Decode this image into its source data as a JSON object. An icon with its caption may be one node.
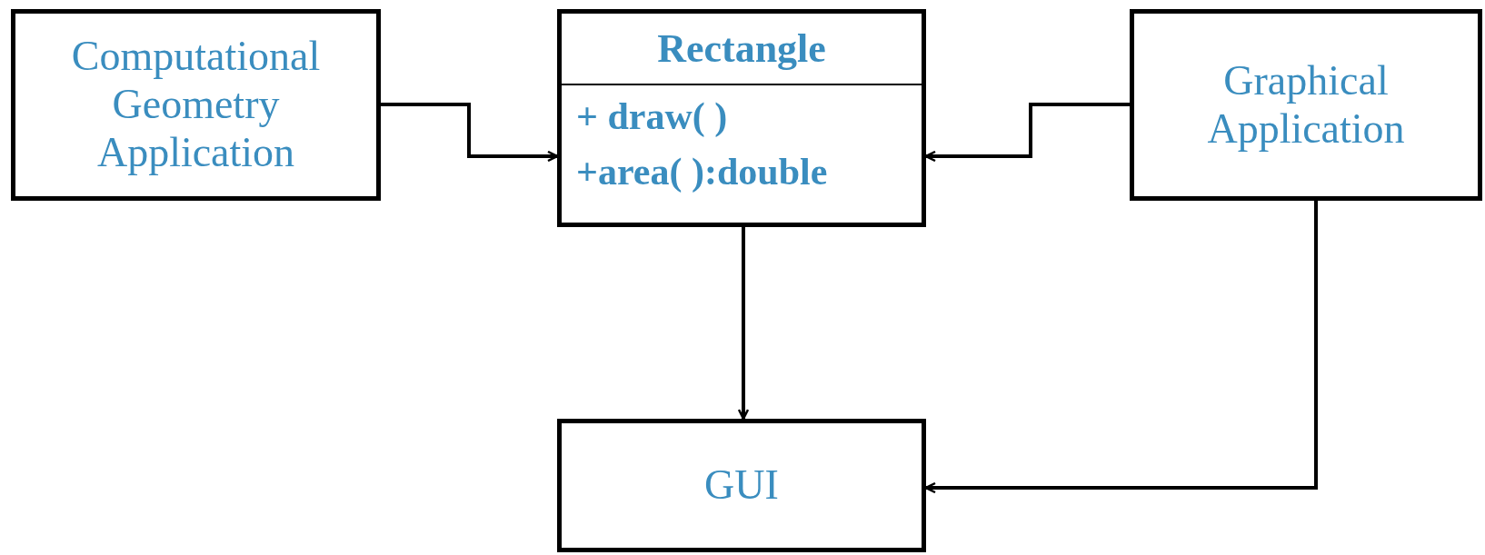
{
  "diagram": {
    "nodes": [
      {
        "text": [
          "Computational Geometry Application"
        ]
      },
      {
        "text": [
          "Rectangle",
          "+ draw( )",
          "+area( ):double"
        ]
      },
      {
        "text": [
          "Graphical Application"
        ]
      },
      {
        "text": [
          "GUI"
        ]
      }
    ],
    "edges": [
      {
        "from": 0,
        "to": 1,
        "arrow": "to"
      },
      {
        "from": 2,
        "to": 1,
        "arrow": "to"
      },
      {
        "from": 1,
        "to": 3,
        "arrow": "to"
      },
      {
        "from": 2,
        "to": 3,
        "arrow": "to"
      }
    ]
  }
}
